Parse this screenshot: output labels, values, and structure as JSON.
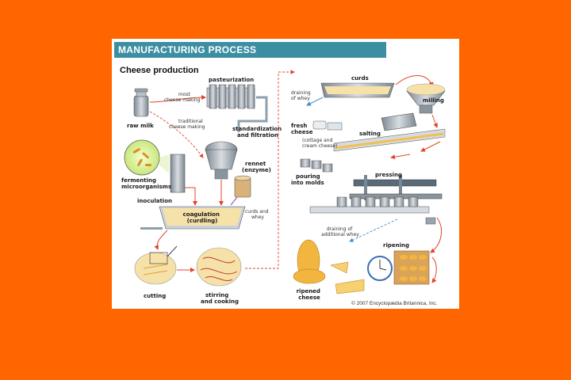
{
  "header": "MANUFACTURING PROCESS",
  "subtitle": "Cheese production",
  "labels": {
    "raw_milk": "raw milk",
    "pasteurization": "pasteurization",
    "most_cheese_making": [
      "most",
      "cheese making"
    ],
    "traditional_cheese_making": [
      "traditional",
      "cheese making"
    ],
    "standardization": [
      "standardization",
      "and filtration"
    ],
    "fermenting": [
      "fermenting",
      "microorganisms"
    ],
    "inoculation": "inoculation",
    "rennet": [
      "rennet",
      "(enzyme)"
    ],
    "coagulation": [
      "coagulation",
      "(curdling)"
    ],
    "curds_whey": [
      "curds and",
      "whey"
    ],
    "cutting": "cutting",
    "stirring": [
      "stirring",
      "and cooking"
    ],
    "draining_whey": [
      "draining",
      "of whey"
    ],
    "curds": "curds",
    "milling": "milling",
    "fresh_cheese": [
      "fresh",
      "cheese"
    ],
    "cottage": [
      "(cottage and",
      "cream cheese)"
    ],
    "salting": "salting",
    "pouring": [
      "pouring",
      "into molds"
    ],
    "pressing": "pressing",
    "draining_additional": [
      "draining of",
      "additional whey"
    ],
    "ripening": "ripening",
    "ripened_cheese": [
      "ripened",
      "cheese"
    ]
  },
  "copyright": "© 2007 Encyclopædia Britannica, Inc.",
  "colors": {
    "background": "#ff6600",
    "header": "#3c8fa3",
    "arrow": "#e0442a",
    "metal": "#9aa4ad",
    "cheese": "#f2b640",
    "curds": "#f6e2a8"
  }
}
